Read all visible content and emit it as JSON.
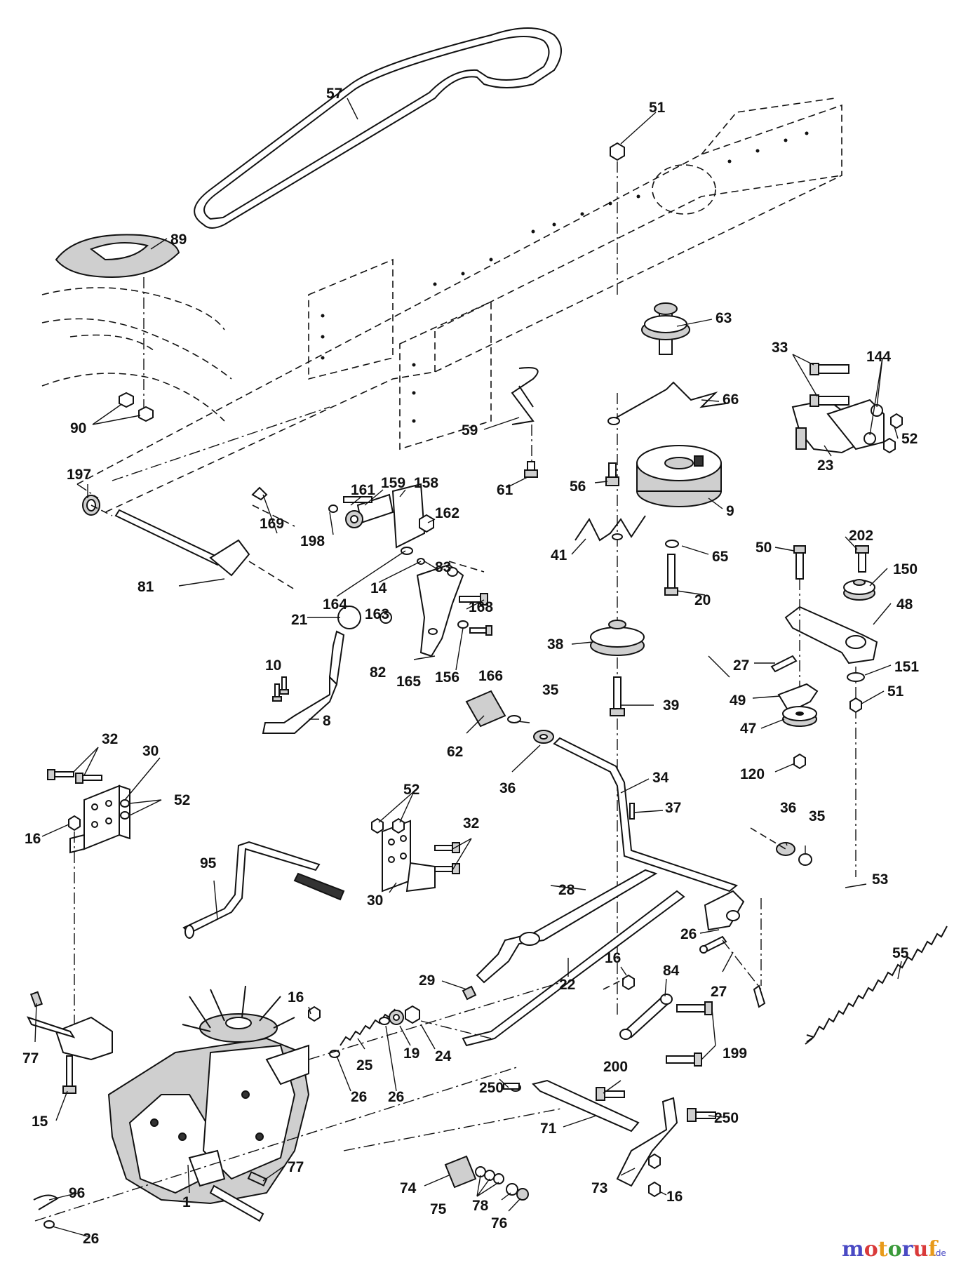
{
  "figure": {
    "callouts": [
      "57",
      "51",
      "89",
      "63",
      "33",
      "144",
      "66",
      "90",
      "59",
      "52",
      "23",
      "197",
      "61",
      "56",
      "9",
      "161",
      "159",
      "158",
      "169",
      "162",
      "198",
      "50",
      "202",
      "41",
      "65",
      "150",
      "81",
      "83",
      "48",
      "14",
      "164",
      "20",
      "163",
      "168",
      "21",
      "38",
      "27",
      "151",
      "156",
      "82",
      "10",
      "165",
      "166",
      "35",
      "49",
      "51",
      "8",
      "39",
      "47",
      "32",
      "30",
      "62",
      "36",
      "34",
      "120",
      "52",
      "52",
      "37",
      "36",
      "35",
      "16",
      "32",
      "95",
      "53",
      "30",
      "28",
      "26",
      "55",
      "29",
      "22",
      "16",
      "84",
      "27",
      "16",
      "77",
      "25",
      "19",
      "24",
      "199",
      "200",
      "250",
      "15",
      "26",
      "26",
      "250",
      "71",
      "77",
      "96",
      "74",
      "75",
      "78",
      "73",
      "16",
      "76",
      "1",
      "26"
    ],
    "watermark": {
      "brand": "motoruf",
      "suffix": ".de",
      "brand_colors": [
        "#4a4ac4",
        "#d93a3a",
        "#e89a1a",
        "#3a9a3a",
        "#4a4ac4",
        "#d93a3a",
        "#e89a1a"
      ]
    }
  }
}
